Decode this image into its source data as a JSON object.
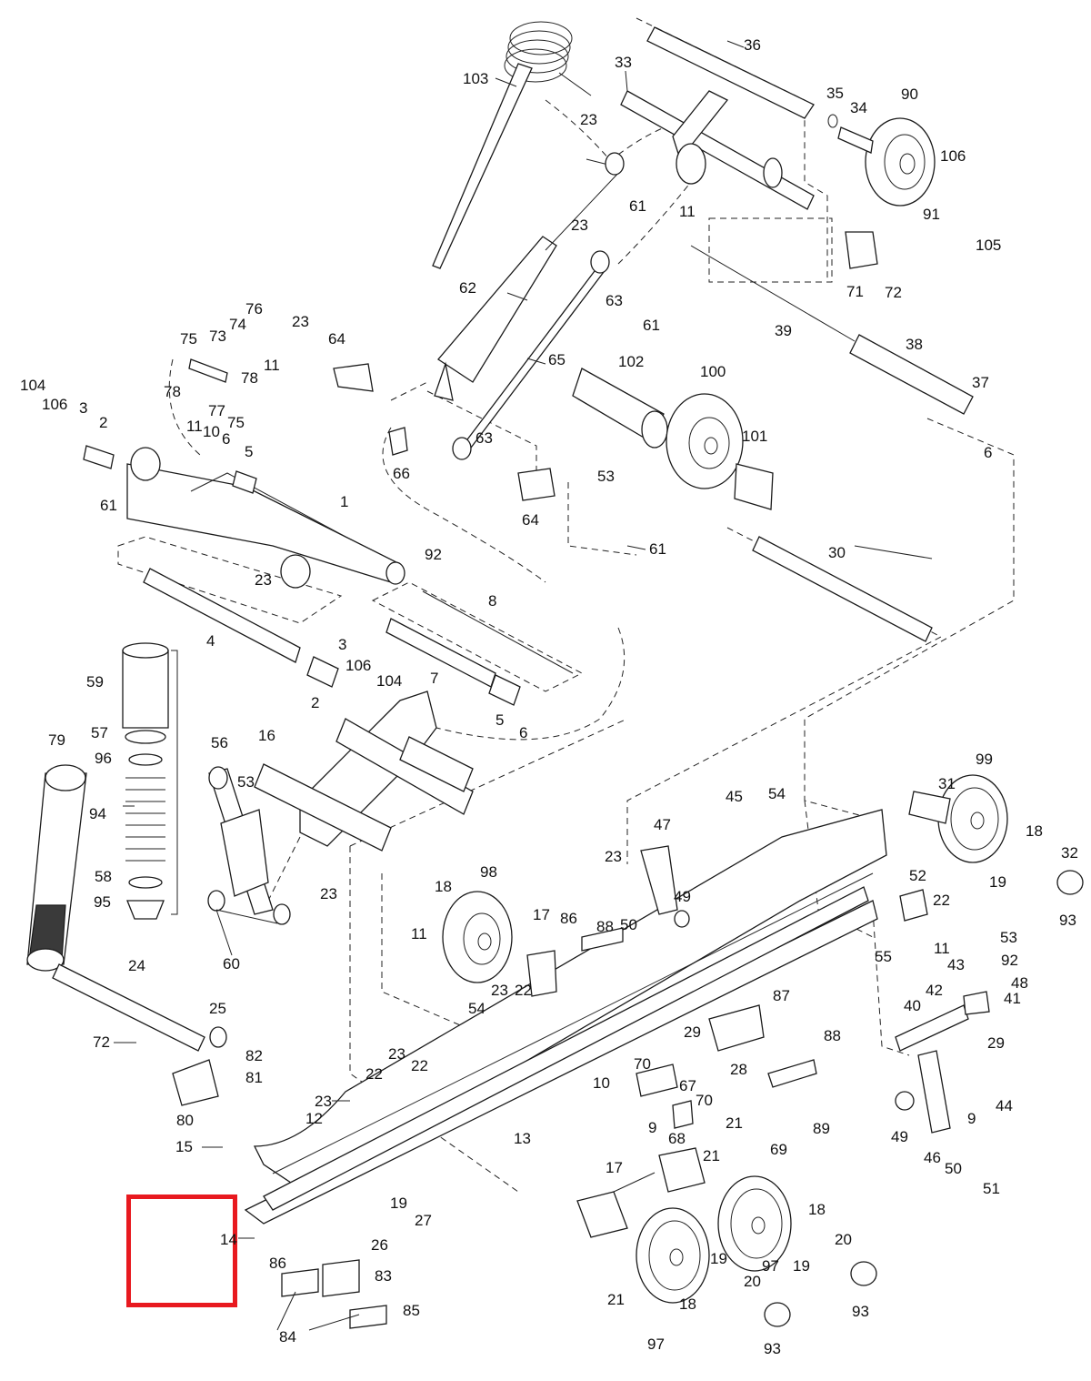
{
  "diagram": {
    "highlight_color": "#e8191f",
    "callouts": [
      {
        "id": "c103",
        "text": "103"
      },
      {
        "id": "c33",
        "text": "33"
      },
      {
        "id": "c36",
        "text": "36"
      },
      {
        "id": "c35",
        "text": "35"
      },
      {
        "id": "c34",
        "text": "34"
      },
      {
        "id": "c90",
        "text": "90"
      },
      {
        "id": "c23a",
        "text": "23"
      },
      {
        "id": "c106a",
        "text": "106"
      },
      {
        "id": "c61a",
        "text": "61"
      },
      {
        "id": "c91",
        "text": "91"
      },
      {
        "id": "c11a",
        "text": "11"
      },
      {
        "id": "c105",
        "text": "105"
      },
      {
        "id": "c23b",
        "text": "23"
      },
      {
        "id": "c71",
        "text": "71"
      },
      {
        "id": "c72a",
        "text": "72"
      },
      {
        "id": "c62",
        "text": "62"
      },
      {
        "id": "c63a",
        "text": "63"
      },
      {
        "id": "c61b",
        "text": "61"
      },
      {
        "id": "c39",
        "text": "39"
      },
      {
        "id": "c76",
        "text": "76"
      },
      {
        "id": "c23c",
        "text": "23"
      },
      {
        "id": "c75a",
        "text": "75"
      },
      {
        "id": "c73",
        "text": "73"
      },
      {
        "id": "c74",
        "text": "74"
      },
      {
        "id": "c64a",
        "text": "64"
      },
      {
        "id": "c11b",
        "text": "11"
      },
      {
        "id": "c65",
        "text": "65"
      },
      {
        "id": "c102",
        "text": "102"
      },
      {
        "id": "c38",
        "text": "38"
      },
      {
        "id": "c100",
        "text": "100"
      },
      {
        "id": "c78a",
        "text": "78"
      },
      {
        "id": "c78b",
        "text": "78"
      },
      {
        "id": "c104a",
        "text": "104"
      },
      {
        "id": "c37",
        "text": "37"
      },
      {
        "id": "c106b",
        "text": "106"
      },
      {
        "id": "c3a",
        "text": "3"
      },
      {
        "id": "c77",
        "text": "77"
      },
      {
        "id": "c75b",
        "text": "75"
      },
      {
        "id": "c2a",
        "text": "2"
      },
      {
        "id": "c11c",
        "text": "11"
      },
      {
        "id": "c10a",
        "text": "10"
      },
      {
        "id": "c6a",
        "text": "6"
      },
      {
        "id": "c63b",
        "text": "63"
      },
      {
        "id": "c101",
        "text": "101"
      },
      {
        "id": "c6b",
        "text": "6"
      },
      {
        "id": "c5a",
        "text": "5"
      },
      {
        "id": "c66",
        "text": "66"
      },
      {
        "id": "c53a",
        "text": "53"
      },
      {
        "id": "c61c",
        "text": "61"
      },
      {
        "id": "c1",
        "text": "1"
      },
      {
        "id": "c64b",
        "text": "64"
      },
      {
        "id": "c92a",
        "text": "92"
      },
      {
        "id": "c61d",
        "text": "61"
      },
      {
        "id": "c30",
        "text": "30"
      },
      {
        "id": "c23d",
        "text": "23"
      },
      {
        "id": "c8",
        "text": "8"
      },
      {
        "id": "c4",
        "text": "4"
      },
      {
        "id": "c3b",
        "text": "3"
      },
      {
        "id": "c59",
        "text": "59"
      },
      {
        "id": "c106c",
        "text": "106"
      },
      {
        "id": "c104b",
        "text": "104"
      },
      {
        "id": "c7",
        "text": "7"
      },
      {
        "id": "c2b",
        "text": "2"
      },
      {
        "id": "c5b",
        "text": "5"
      },
      {
        "id": "c6c",
        "text": "6"
      },
      {
        "id": "c57",
        "text": "57"
      },
      {
        "id": "c79",
        "text": "79"
      },
      {
        "id": "c96",
        "text": "96"
      },
      {
        "id": "c56",
        "text": "56"
      },
      {
        "id": "c16",
        "text": "16"
      },
      {
        "id": "c99",
        "text": "99"
      },
      {
        "id": "c31",
        "text": "31"
      },
      {
        "id": "c53b",
        "text": "53"
      },
      {
        "id": "c45",
        "text": "45"
      },
      {
        "id": "c54a",
        "text": "54"
      },
      {
        "id": "c94",
        "text": "94"
      },
      {
        "id": "c47",
        "text": "47"
      },
      {
        "id": "c18a",
        "text": "18"
      },
      {
        "id": "c32",
        "text": "32"
      },
      {
        "id": "c19a",
        "text": "19"
      },
      {
        "id": "c23e",
        "text": "23"
      },
      {
        "id": "c98",
        "text": "98"
      },
      {
        "id": "c58",
        "text": "58"
      },
      {
        "id": "c23f",
        "text": "23"
      },
      {
        "id": "c52",
        "text": "52"
      },
      {
        "id": "c93a",
        "text": "93"
      },
      {
        "id": "c95",
        "text": "95"
      },
      {
        "id": "c18b",
        "text": "18"
      },
      {
        "id": "c49a",
        "text": "49"
      },
      {
        "id": "c22a",
        "text": "22"
      },
      {
        "id": "c50a",
        "text": "50"
      },
      {
        "id": "c11d",
        "text": "11"
      },
      {
        "id": "c17a",
        "text": "17"
      },
      {
        "id": "c86a",
        "text": "86"
      },
      {
        "id": "c88a",
        "text": "88"
      },
      {
        "id": "c53c",
        "text": "53"
      },
      {
        "id": "c60",
        "text": "60"
      },
      {
        "id": "c11e",
        "text": "11"
      },
      {
        "id": "c55",
        "text": "55"
      },
      {
        "id": "c92b",
        "text": "92"
      },
      {
        "id": "c24",
        "text": "24"
      },
      {
        "id": "c43",
        "text": "43"
      },
      {
        "id": "c23g",
        "text": "23"
      },
      {
        "id": "c22b",
        "text": "22"
      },
      {
        "id": "c48",
        "text": "48"
      },
      {
        "id": "c42",
        "text": "42"
      },
      {
        "id": "c54b",
        "text": "54"
      },
      {
        "id": "c87",
        "text": "87"
      },
      {
        "id": "c40",
        "text": "40"
      },
      {
        "id": "c41",
        "text": "41"
      },
      {
        "id": "c25",
        "text": "25"
      },
      {
        "id": "c29a",
        "text": "29"
      },
      {
        "id": "c88b",
        "text": "88"
      },
      {
        "id": "c72b",
        "text": "72"
      },
      {
        "id": "c23h",
        "text": "23"
      },
      {
        "id": "c22c",
        "text": "22"
      },
      {
        "id": "c29b",
        "text": "29"
      },
      {
        "id": "c28",
        "text": "28"
      },
      {
        "id": "c82",
        "text": "82"
      },
      {
        "id": "c70a",
        "text": "70"
      },
      {
        "id": "c81",
        "text": "81"
      },
      {
        "id": "c67",
        "text": "67"
      },
      {
        "id": "c44",
        "text": "44"
      },
      {
        "id": "c10b",
        "text": "10"
      },
      {
        "id": "c22d",
        "text": "22"
      },
      {
        "id": "c70b",
        "text": "70"
      },
      {
        "id": "c23i",
        "text": "23"
      },
      {
        "id": "c89",
        "text": "89"
      },
      {
        "id": "c80",
        "text": "80"
      },
      {
        "id": "c9a",
        "text": "9"
      },
      {
        "id": "c21a",
        "text": "21"
      },
      {
        "id": "c9b",
        "text": "9"
      },
      {
        "id": "c12",
        "text": "12"
      },
      {
        "id": "c13",
        "text": "13"
      },
      {
        "id": "c68",
        "text": "68"
      },
      {
        "id": "c49b",
        "text": "49"
      },
      {
        "id": "c69",
        "text": "69"
      },
      {
        "id": "c15",
        "text": "15"
      },
      {
        "id": "c21b",
        "text": "21"
      },
      {
        "id": "c46",
        "text": "46"
      },
      {
        "id": "c50b",
        "text": "50"
      },
      {
        "id": "c51",
        "text": "51"
      },
      {
        "id": "c17b",
        "text": "17"
      },
      {
        "id": "c19b",
        "text": "19"
      },
      {
        "id": "c27",
        "text": "27"
      },
      {
        "id": "c18c",
        "text": "18"
      },
      {
        "id": "c14",
        "text": "14"
      },
      {
        "id": "c26",
        "text": "26"
      },
      {
        "id": "c20a",
        "text": "20"
      },
      {
        "id": "c97a",
        "text": "97"
      },
      {
        "id": "c19c",
        "text": "19"
      },
      {
        "id": "c86b",
        "text": "86"
      },
      {
        "id": "c83",
        "text": "83"
      },
      {
        "id": "c19d",
        "text": "19"
      },
      {
        "id": "c93b",
        "text": "93"
      },
      {
        "id": "c21c",
        "text": "21"
      },
      {
        "id": "c20b",
        "text": "20"
      },
      {
        "id": "c18d",
        "text": "18"
      },
      {
        "id": "c85",
        "text": "85"
      },
      {
        "id": "c84",
        "text": "84"
      },
      {
        "id": "c97b",
        "text": "97"
      },
      {
        "id": "c93c",
        "text": "93"
      }
    ]
  }
}
